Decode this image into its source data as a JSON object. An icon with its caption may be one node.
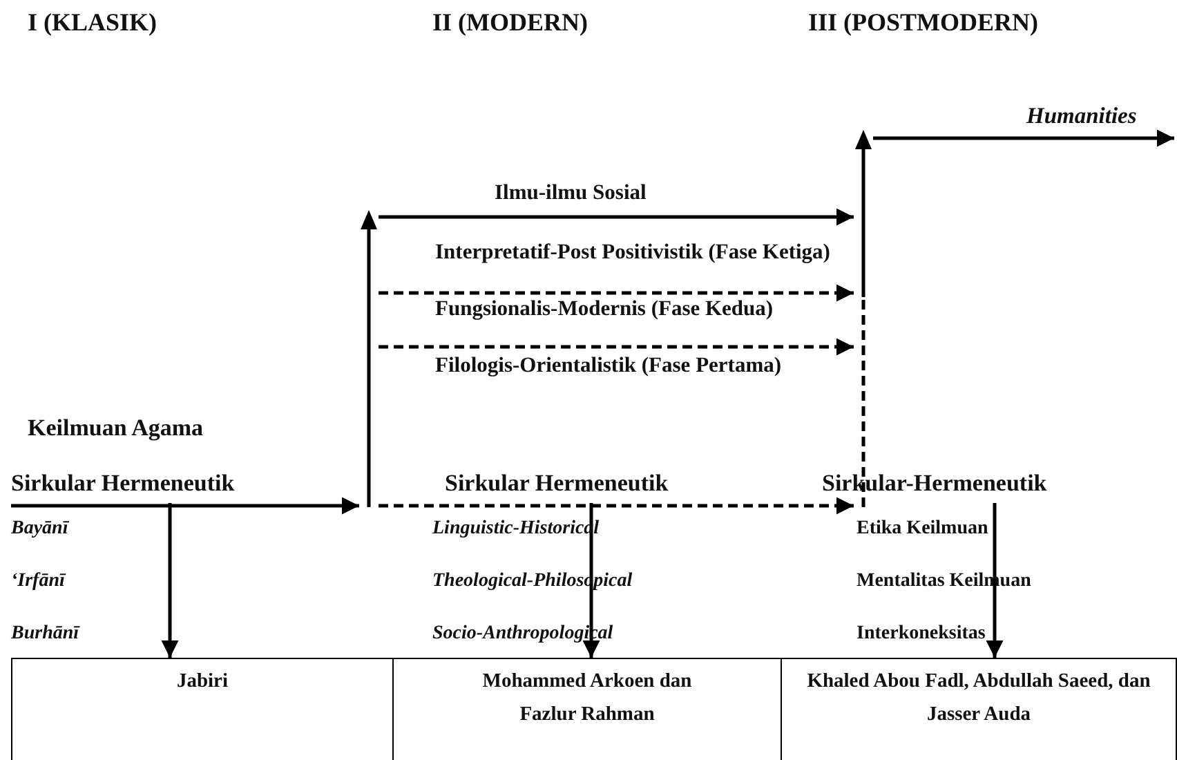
{
  "diagram": {
    "nodes": [
      {
        "text": [
          "Sirkular Hermeneutik"
        ]
      },
      {
        "text": [
          "Sirkular Hermeneutik"
        ]
      },
      {
        "text": [
          "Sirkular-Hermeneutik"
        ]
      },
      {
        "text": [],
        "shape": "bar"
      },
      {
        "text": [],
        "shape": "bar"
      },
      {
        "text": [
          "Jabiri"
        ]
      },
      {
        "text": [
          "Mohammed Arkoen dan Fazlur Rahman"
        ]
      },
      {
        "text": [
          "Khaled Abou Fadl, Abdullah Saeed, dan Jasser Auda"
        ]
      }
    ],
    "edges": [
      {
        "from": 0,
        "to": 3,
        "arrow": "to"
      },
      {
        "from": 3,
        "to": 4,
        "arrow": "to",
        "style": "dashed"
      },
      {
        "from": 3,
        "to": 4,
        "arrow": "to",
        "label": "Ilmu-ilmu Sosial"
      },
      {
        "from": 3,
        "to": 4,
        "arrow": "to",
        "style": "dashed"
      },
      {
        "from": 3,
        "to": 4,
        "arrow": "to",
        "style": "dashed"
      },
      {
        "from": 4,
        "to": null,
        "arrow": "to",
        "label": "Humanities"
      },
      {
        "from": 0,
        "to": 5,
        "arrow": "to"
      },
      {
        "from": 1,
        "to": 6,
        "arrow": "to"
      },
      {
        "from": 2,
        "to": 7,
        "arrow": "to"
      }
    ],
    "labels": [
      "I (KLASIK)",
      "II (MODERN)",
      "III (POSTMODERN)",
      "Interpretatif-Post Positivistik (Fase Ketiga)",
      "Fungsionalis-Modernis (Fase Kedua)",
      "Filologis-Orientalistik (Fase Pertama)",
      "Keilmuan Agama",
      "Bayānī",
      "Linguistic-Historical",
      "Etika Keilmuan",
      "‘Irfānī",
      "Theological-Philosopical",
      "Mentalitas Keilmuan",
      "Burhānī",
      "Socio-Anthropological",
      "Interkoneksitas"
    ]
  }
}
